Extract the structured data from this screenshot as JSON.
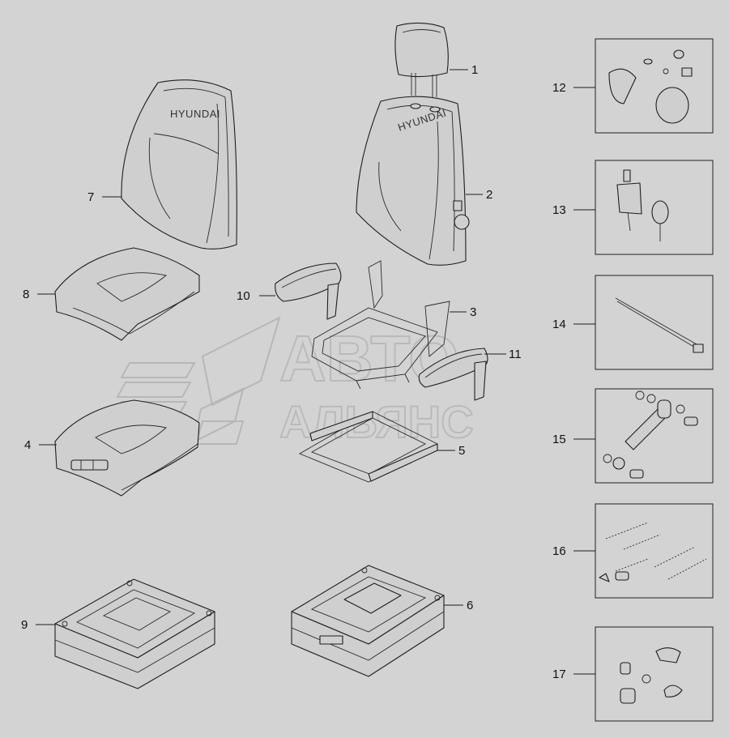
{
  "brand_label": "HYUNDAI",
  "watermark": {
    "line1": "АВТО",
    "line2": "АЛЬЯНС"
  },
  "callouts": [
    {
      "number": "1",
      "part": "headrest"
    },
    {
      "number": "2",
      "part": "seat-back"
    },
    {
      "number": "3",
      "part": "seat-frame"
    },
    {
      "number": "4",
      "part": "seat-cushion"
    },
    {
      "number": "5",
      "part": "cushion-frame"
    },
    {
      "number": "6",
      "part": "suspension-base"
    },
    {
      "number": "7",
      "part": "backrest-cover"
    },
    {
      "number": "8",
      "part": "cushion-cover"
    },
    {
      "number": "9",
      "part": "base-cover"
    },
    {
      "number": "10",
      "part": "left-armrest"
    },
    {
      "number": "11",
      "part": "right-armrest"
    },
    {
      "number": "12",
      "part": "knob-kit"
    },
    {
      "number": "13",
      "part": "seat-belt"
    },
    {
      "number": "14",
      "part": "cable"
    },
    {
      "number": "15",
      "part": "shock-absorber-kit"
    },
    {
      "number": "16",
      "part": "spring-kit"
    },
    {
      "number": "17",
      "part": "fastener-kit"
    }
  ],
  "colors": {
    "background": "#d3d3d3",
    "line": "#1e1e1e",
    "watermark": "#b8b8b8"
  }
}
